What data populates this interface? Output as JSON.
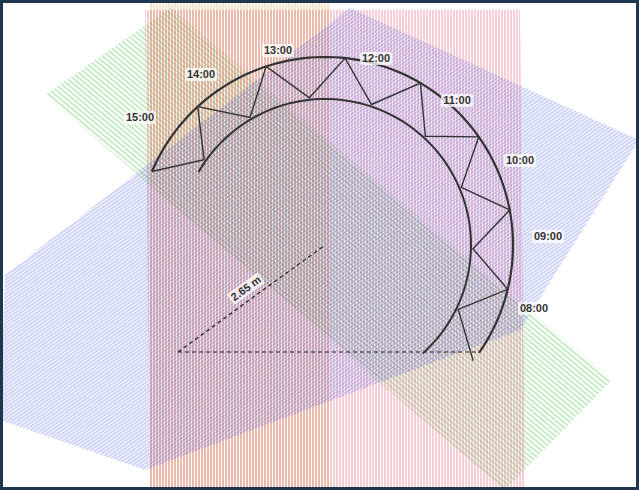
{
  "diagram": {
    "labels": [
      "13:00",
      "12:00",
      "14:00",
      "11:00",
      "15:00",
      "10:00",
      "09:00",
      "08:00",
      "2.65 m"
    ]
  }
}
